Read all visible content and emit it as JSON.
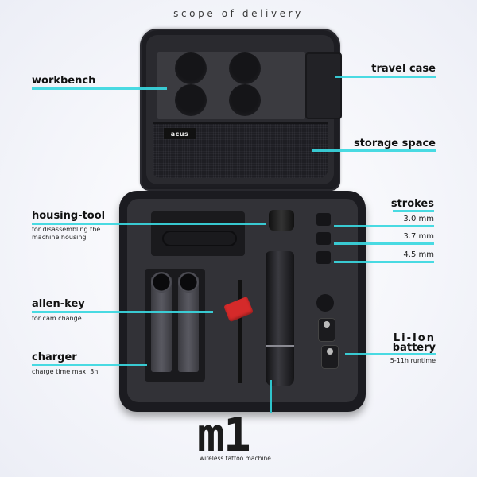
{
  "header": {
    "title": "scope of delivery"
  },
  "case": {
    "brand_label": "acus"
  },
  "callouts": {
    "workbench": {
      "label": "workbench"
    },
    "travel_case": {
      "label": "travel case"
    },
    "storage_space": {
      "label": "storage space"
    },
    "housing_tool": {
      "label": "housing-tool",
      "sublabel_1": "for disassembling the",
      "sublabel_2": "machine housing"
    },
    "strokes": {
      "label": "strokes",
      "items": [
        "3.0 mm",
        "3.7 mm",
        "4.5 mm"
      ]
    },
    "allen_key": {
      "label": "allen-key",
      "sublabel": "for cam change"
    },
    "charger": {
      "label": "charger",
      "sublabel": "charge time max. 3h"
    },
    "battery": {
      "label_1": "Li-Ion",
      "label_2": "battery",
      "sublabel": "5-11h runtime"
    }
  },
  "product": {
    "name": "m1",
    "subtitle": "wireless tattoo machine"
  },
  "colors": {
    "accent": "#39d7df",
    "case": "#1d1d22",
    "foam": "#323237",
    "allen_key_red": "#d52a2a",
    "text": "#111111"
  }
}
